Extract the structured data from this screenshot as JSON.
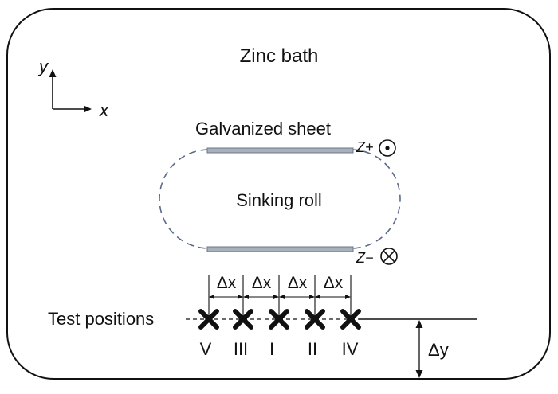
{
  "bath": {
    "title": "Zinc bath"
  },
  "axes": {
    "y_label": "y",
    "x_label": "x"
  },
  "sheet": {
    "label": "Galvanized sheet"
  },
  "roll": {
    "label": "Sinking roll"
  },
  "direction_marks": {
    "z_plus": "Z+",
    "z_minus": "Z−"
  },
  "test_positions": {
    "label": "Test positions",
    "spacing_label": "Δx",
    "offset_label": "Δy",
    "numerals": [
      "V",
      "III",
      "I",
      "II",
      "IV"
    ]
  },
  "colors": {
    "outline": "#111111",
    "roll_dash": "#5a6a8a",
    "sheet_fill": "#a9b0bd",
    "sheet_stroke": "#6d7686"
  }
}
